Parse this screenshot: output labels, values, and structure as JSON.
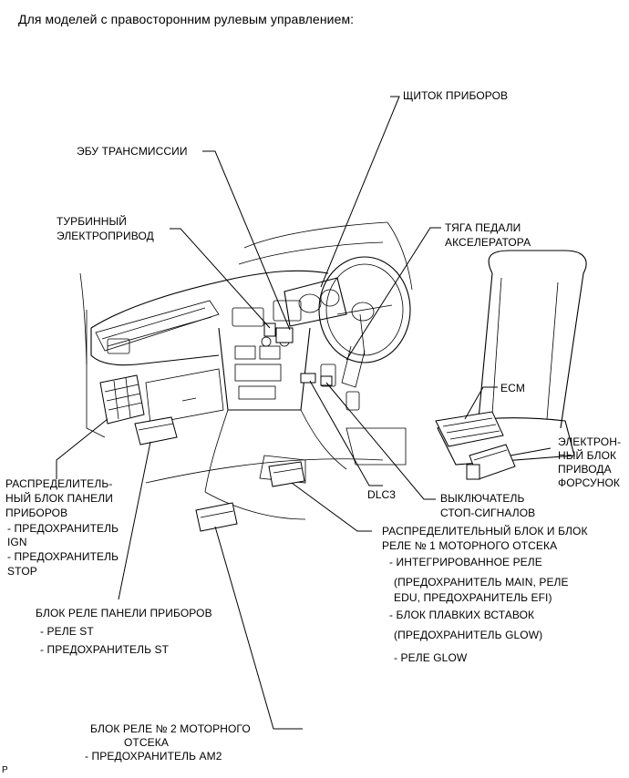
{
  "heading": "Для моделей с правосторонним рулевым управлением:",
  "labels": {
    "instrument_panel": "ЩИТОК ПРИБОРОВ",
    "transmission_ecu": "ЭБУ ТРАНСМИССИИ",
    "turbo_actuator_1": "ТУРБИННЫЙ",
    "turbo_actuator_2": "ЭЛЕКТРОПРИВОД",
    "accel_pedal_1": "ТЯГА ПЕДАЛИ",
    "accel_pedal_2": "АКСЕЛЕРАТОРА",
    "ecm": "ECM",
    "injector_driver_1": "ЭЛЕКТРОН-",
    "injector_driver_2": "НЫЙ БЛОК",
    "injector_driver_3": "ПРИВОДА",
    "injector_driver_4": "ФОРСУНОК",
    "dlc3": "DLC3",
    "stop_switch_1": "ВЫКЛЮЧАТЕЛЬ",
    "stop_switch_2": "СТОП-СИГНАЛОВ",
    "panel_junction_1": "РАСПРЕДЕЛИТЕЛЬ-",
    "panel_junction_2": "НЫЙ БЛОК ПАНЕЛИ",
    "panel_junction_3": "ПРИБОРОВ",
    "panel_junction_4": "- ПРЕДОХРАНИТЕЛЬ",
    "panel_junction_5": "IGN",
    "panel_junction_6": "- ПРЕДОХРАНИТЕЛЬ",
    "panel_junction_7": "STOP",
    "engine_junction_1": "РАСПРЕДЕЛИТЕЛЬНЫЙ БЛОК И БЛОК",
    "engine_junction_2": "РЕЛЕ № 1 МОТОРНОГО ОТСЕКА",
    "engine_junction_3": "- ИНТЕГРИРОВАННОЕ РЕЛЕ",
    "engine_junction_4": "(ПРЕДОХРАНИТЕЛЬ MAIN, РЕЛЕ",
    "engine_junction_5": "EDU, ПРЕДОХРАНИТЕЛЬ EFI)",
    "engine_junction_6": "- БЛОК ПЛАВКИХ ВСТАВОК",
    "engine_junction_7": "(ПРЕДОХРАНИТЕЛЬ GLOW)",
    "engine_junction_8": "- РЕЛЕ GLOW",
    "panel_relay_1": "БЛОК РЕЛЕ ПАНЕЛИ ПРИБОРОВ",
    "panel_relay_2": "- РЕЛЕ ST",
    "panel_relay_3": "- ПРЕДОХРАНИТЕЛЬ ST",
    "engine_relay2_1": "БЛОК РЕЛЕ № 2 МОТОРНОГО",
    "engine_relay2_2": "ОТСЕКА",
    "engine_relay2_3": "- ПРЕДОХРАНИТЕЛЬ AM2",
    "corner_mark": "P"
  }
}
